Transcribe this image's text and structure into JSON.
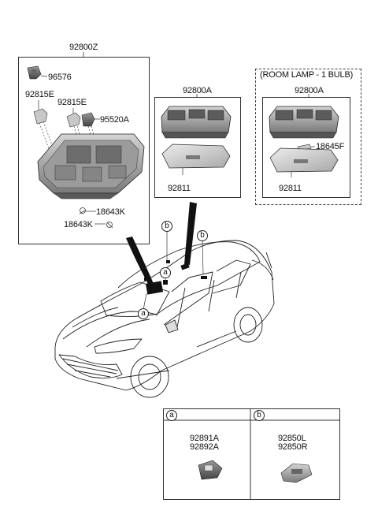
{
  "assembly": {
    "main_label": "92800Z",
    "parts": {
      "p96576": "96576",
      "p92815E_left": "92815E",
      "p92815E_right": "92815E",
      "p95520A": "95520A",
      "p18643K_1": "18643K",
      "p18643K_2": "18643K"
    }
  },
  "room_lamp": {
    "label": "92800A",
    "lens_label": "92811"
  },
  "room_lamp_1bulb": {
    "title": "(ROOM LAMP - 1 BULB)",
    "label": "92800A",
    "bulb_label": "18645F",
    "lens_label": "92811"
  },
  "markers": {
    "a": "a",
    "b": "b"
  },
  "legend": {
    "a": {
      "key": "a",
      "line1": "92891A",
      "line2": "92892A"
    },
    "b": {
      "key": "b",
      "line1": "92850L",
      "line2": "92850R"
    }
  }
}
